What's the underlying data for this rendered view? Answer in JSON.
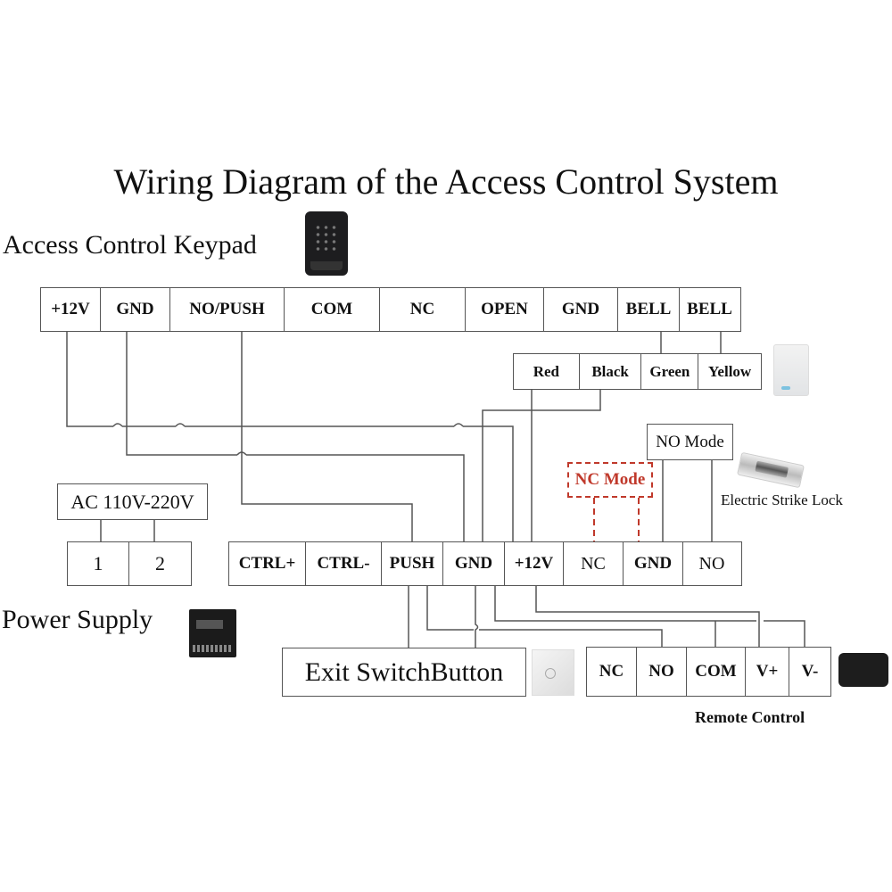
{
  "title": "Wiring Diagram of the Access Control System",
  "keypad": {
    "label": "Access Control Keypad",
    "terminals": [
      "+12V",
      "GND",
      "NO/PUSH",
      "COM",
      "NC",
      "OPEN",
      "GND",
      "BELL",
      "BELL"
    ]
  },
  "doorbell": {
    "terminals": [
      "Red",
      "Black",
      "Green",
      "Yellow"
    ]
  },
  "lock": {
    "no_mode_label": "NO Mode",
    "nc_mode_label": "NC Mode",
    "label": "Electric Strike Lock",
    "nc_mode_color": "#c0392b"
  },
  "ac_input": {
    "label": "AC 110V-220V",
    "terminals": [
      "1",
      "2"
    ]
  },
  "power_supply": {
    "label": "Power Supply",
    "terminals": [
      "CTRL+",
      "CTRL-",
      "PUSH",
      "GND",
      "+12V",
      "NC",
      "GND",
      "NO"
    ]
  },
  "exit_button": {
    "label": "Exit SwitchButton"
  },
  "remote_control": {
    "label": "Remote Control",
    "terminals": [
      "NC",
      "NO",
      "COM",
      "V+",
      "V-"
    ]
  }
}
